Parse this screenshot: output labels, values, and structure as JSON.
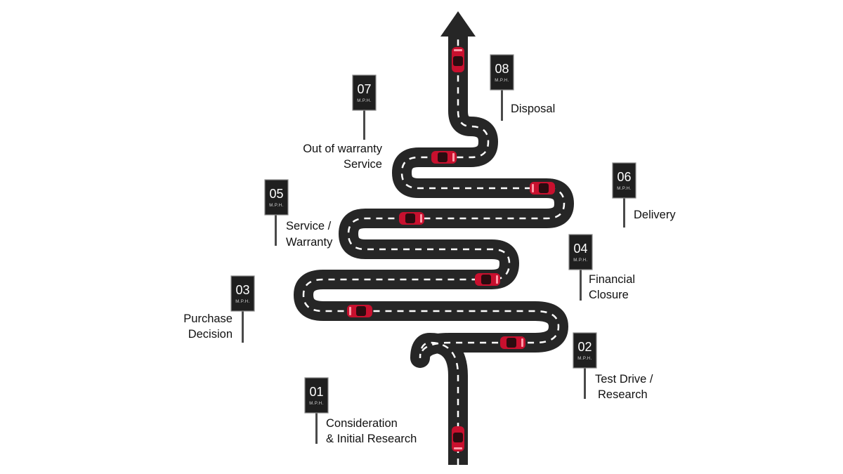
{
  "stages": [
    {
      "number": "01",
      "unit": "M.P.H.",
      "lines": [
        "Consideration",
        "& Initial Research"
      ]
    },
    {
      "number": "02",
      "unit": "M.P.H.",
      "lines": [
        "Test Drive /",
        "Research"
      ]
    },
    {
      "number": "03",
      "unit": "M.P.H.",
      "lines": [
        "Purchase",
        "Decision"
      ]
    },
    {
      "number": "04",
      "unit": "M.P.H.",
      "lines": [
        "Financial",
        "Closure"
      ]
    },
    {
      "number": "05",
      "unit": "M.P.H.",
      "lines": [
        "Service /",
        "Warranty"
      ]
    },
    {
      "number": "06",
      "unit": "M.P.H.",
      "lines": [
        "Delivery"
      ]
    },
    {
      "number": "07",
      "unit": "M.P.H.",
      "lines": [
        "Out of warranty",
        "Service"
      ]
    },
    {
      "number": "08",
      "unit": "M.P.H.",
      "lines": [
        "Disposal"
      ]
    }
  ],
  "colors": {
    "road": "#262626",
    "lane_marking": "#ffffff",
    "car": "#c8102e",
    "sign": "#1f1f1f"
  }
}
